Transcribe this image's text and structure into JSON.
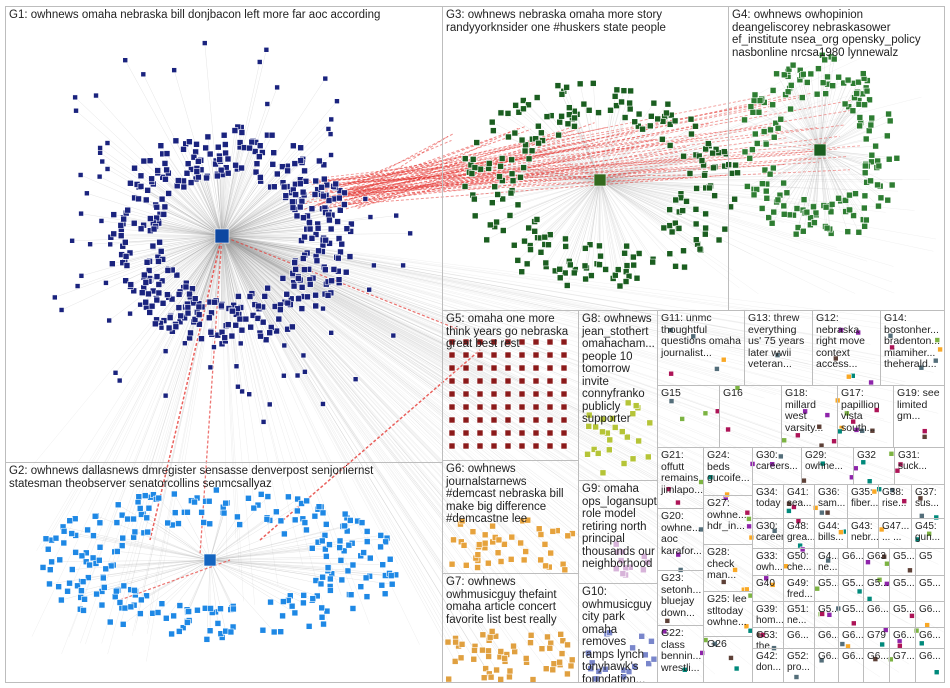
{
  "groups": [
    {
      "id": "g1",
      "label": "G1: owhnews omaha nebraska bill donjbacon left more far aoc according"
    },
    {
      "id": "g2",
      "label": "G2: owhnews dallasnews dmregister sensasse denverpost senjoniernst statesman theobserver senatorcollins senmcsallyaz"
    },
    {
      "id": "g3",
      "label": "G3: owhnews nebraska omaha more story randyyorknsider one #huskers state people"
    },
    {
      "id": "g4",
      "label": "G4: owhnews owhopinion deangeliscorey nebraskasower ef_institute nsea_org opensky_policy nasbonline nrcsa1980 lynnewalz"
    },
    {
      "id": "g5",
      "label": "G5: omaha one more think years go nebraska great best rest"
    },
    {
      "id": "g6",
      "label": "G6: owhnews journalstarnews #demcast nebraska bill make big difference #demcastne lee"
    },
    {
      "id": "g7",
      "label": "G7: owhnews owhmusicguy thefaint omaha article concert favorite list best really"
    },
    {
      "id": "g8",
      "label": "G8: owhnews jean_stothert omahacham... people 10 tomorrow invite connyfranko publicly supporter"
    },
    {
      "id": "g9",
      "label": "G9: omaha ops_logansupt role model retiring north principal thousands our neighborhood"
    },
    {
      "id": "g10",
      "label": "G10: owhmusicguy city park omaha removes ramps lynch tonyhawk's foundation..."
    },
    {
      "id": "g11",
      "label": "G11: unmc thoughtful questions omaha journalist..."
    },
    {
      "id": "g12",
      "label": "G12: nebraska right move context access..."
    },
    {
      "id": "g13",
      "label": "G13: threw everything us' 75 years later wwii veteran..."
    },
    {
      "id": "g14",
      "label": "G14: bostonher... bradenton... miamiher... theherald..."
    },
    {
      "id": "g15",
      "label": "G15"
    },
    {
      "id": "g16",
      "label": "G16"
    },
    {
      "id": "g17",
      "label": "G17: papillion vista south..."
    },
    {
      "id": "g18",
      "label": "G18: millard west varsity..."
    },
    {
      "id": "g19",
      "label": "G19: see limited gm..."
    },
    {
      "id": "g20",
      "label": "G20: owhne... aoc karafor..."
    },
    {
      "id": "g21",
      "label": "G21: offutt remains jimlapo..."
    },
    {
      "id": "g22",
      "label": "G22: class bennin... wrestli..."
    },
    {
      "id": "g23",
      "label": "G23: setonh... bluejay down..."
    },
    {
      "id": "g24",
      "label": "G24: beds gucoife..."
    },
    {
      "id": "g25",
      "label": "G25: lee stltoday owhne..."
    },
    {
      "id": "g26",
      "label": "G26"
    },
    {
      "id": "g27",
      "label": "G27: owhne... hdr_in..."
    },
    {
      "id": "g28",
      "label": "G28: check man..."
    },
    {
      "id": "g29",
      "label": "G29: owhne..."
    },
    {
      "id": "g30",
      "label": "G30: careers..."
    },
    {
      "id": "g31",
      "label": "G31: suck..."
    },
    {
      "id": "g32",
      "label": "G32"
    },
    {
      "id": "g33",
      "label": "G33: owh... vote..."
    },
    {
      "id": "g34",
      "label": "G34: today"
    },
    {
      "id": "g35",
      "label": "G35: fiber..."
    },
    {
      "id": "g36",
      "label": "G36: sam..."
    },
    {
      "id": "g37",
      "label": "G37: sus..."
    },
    {
      "id": "g38",
      "label": "G38: rise..."
    },
    {
      "id": "g39",
      "label": "G39: hom..."
    },
    {
      "id": "g40",
      "label": "G40"
    },
    {
      "id": "g41",
      "label": "G41: sea..."
    },
    {
      "id": "g42",
      "label": "G42: don..."
    },
    {
      "id": "g43",
      "label": "G43: nebr..."
    },
    {
      "id": "g44",
      "label": "G44: bills..."
    },
    {
      "id": "g45",
      "label": "G45: gun..."
    },
    {
      "id": "g46",
      "label": "G4... ne..."
    },
    {
      "id": "g47",
      "label": "G47... ... ..."
    },
    {
      "id": "g48",
      "label": "G48: grea..."
    },
    {
      "id": "g49",
      "label": "G49: fred..."
    },
    {
      "id": "g50",
      "label": "G50: che..."
    },
    {
      "id": "g51",
      "label": "G51: ne..."
    },
    {
      "id": "g52",
      "label": "G52: pro..."
    },
    {
      "id": "g53",
      "label": "G53: the..."
    },
    {
      "id": "g5x",
      "label": "G5..."
    },
    {
      "id": "g6a",
      "label": "G6..."
    },
    {
      "id": "g6b",
      "label": "G6..."
    },
    {
      "id": "g6c",
      "label": "G6..."
    },
    {
      "id": "g6d",
      "label": "G6..."
    },
    {
      "id": "g63",
      "label": "G63"
    },
    {
      "id": "g7a",
      "label": "G7..."
    },
    {
      "id": "g79",
      "label": "G79"
    },
    {
      "id": "g5y",
      "label": "G5..."
    },
    {
      "id": "g5z",
      "label": "G5"
    }
  ],
  "palette": {
    "g1_nodes": "#1a237e",
    "g2_nodes": "#1e88e5",
    "g3_nodes": "#1b5e20",
    "g4_nodes": "#2e7d32",
    "g5_nodes": "#8b1a1a",
    "g6_nodes": "#e6a23c",
    "g7_nodes": "#e0a040",
    "g8_nodes": "#b5c437",
    "g9_nodes": "#d7b3d9",
    "g10_nodes": "#7986cb",
    "edge_gray": "#9e9e9e",
    "edge_red": "#e53935",
    "frame": "#bdbdbd"
  }
}
